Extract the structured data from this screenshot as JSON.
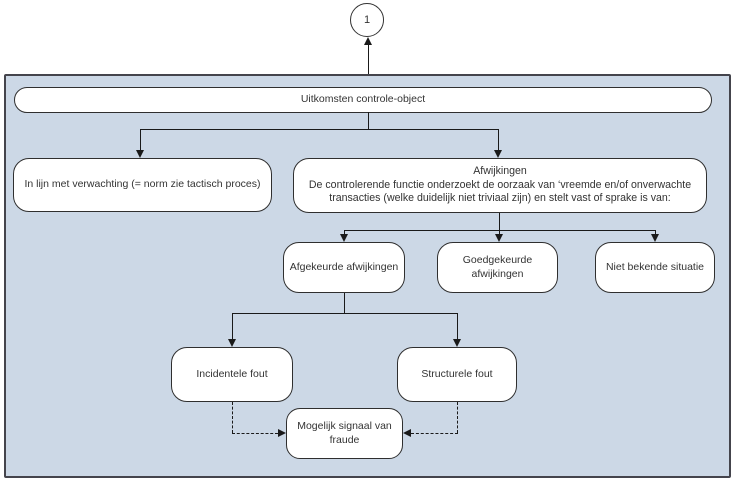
{
  "diagram": {
    "type": "flowchart",
    "language": "nl",
    "off_page_connector": {
      "label": "1"
    },
    "colors": {
      "panel_background": "#ccd8e6",
      "panel_border": "#44444c",
      "node_background": "#ffffff",
      "node_border": "#2f2f2f",
      "connector_line": "#1a1a1a",
      "text": "#333333",
      "page_background": "#ffffff"
    },
    "nodes": {
      "uitkomsten": {
        "label": "Uitkomsten controle-object"
      },
      "in_lijn": {
        "label": "In lijn met verwachting (= norm zie tactisch proces)"
      },
      "afwijkingen": {
        "title": "Afwijkingen",
        "body": "De controlerende functie onderzoekt de oorzaak van ‘vreemde en/of onverwachte transacties (welke duidelijk niet triviaal zijn) en stelt vast of sprake is van:"
      },
      "afgekeurde": {
        "label": "Afgekeurde afwijkingen"
      },
      "goedgekeurde": {
        "label": "Goedgekeurde afwijkingen"
      },
      "niet_bekend": {
        "label": "Niet bekende situatie"
      },
      "incidentele": {
        "label": "Incidentele fout"
      },
      "structurele": {
        "label": "Structurele fout"
      },
      "fraude": {
        "label": "Mogelijk signaal van fraude"
      }
    },
    "edges": [
      {
        "from": "panel",
        "to": "off_page_connector",
        "style": "solid-arrow-up"
      },
      {
        "from": "uitkomsten",
        "to": "in_lijn",
        "style": "solid-arrow"
      },
      {
        "from": "uitkomsten",
        "to": "afwijkingen",
        "style": "solid-arrow"
      },
      {
        "from": "afwijkingen",
        "to": "afgekeurde",
        "style": "solid-arrow"
      },
      {
        "from": "afwijkingen",
        "to": "goedgekeurde",
        "style": "solid-arrow"
      },
      {
        "from": "afwijkingen",
        "to": "niet_bekend",
        "style": "solid-arrow"
      },
      {
        "from": "afgekeurde",
        "to": "incidentele",
        "style": "solid-arrow"
      },
      {
        "from": "afgekeurde",
        "to": "structurele",
        "style": "solid-arrow"
      },
      {
        "from": "incidentele",
        "to": "fraude",
        "style": "dashed-arrow"
      },
      {
        "from": "structurele",
        "to": "fraude",
        "style": "dashed-arrow"
      }
    ]
  }
}
